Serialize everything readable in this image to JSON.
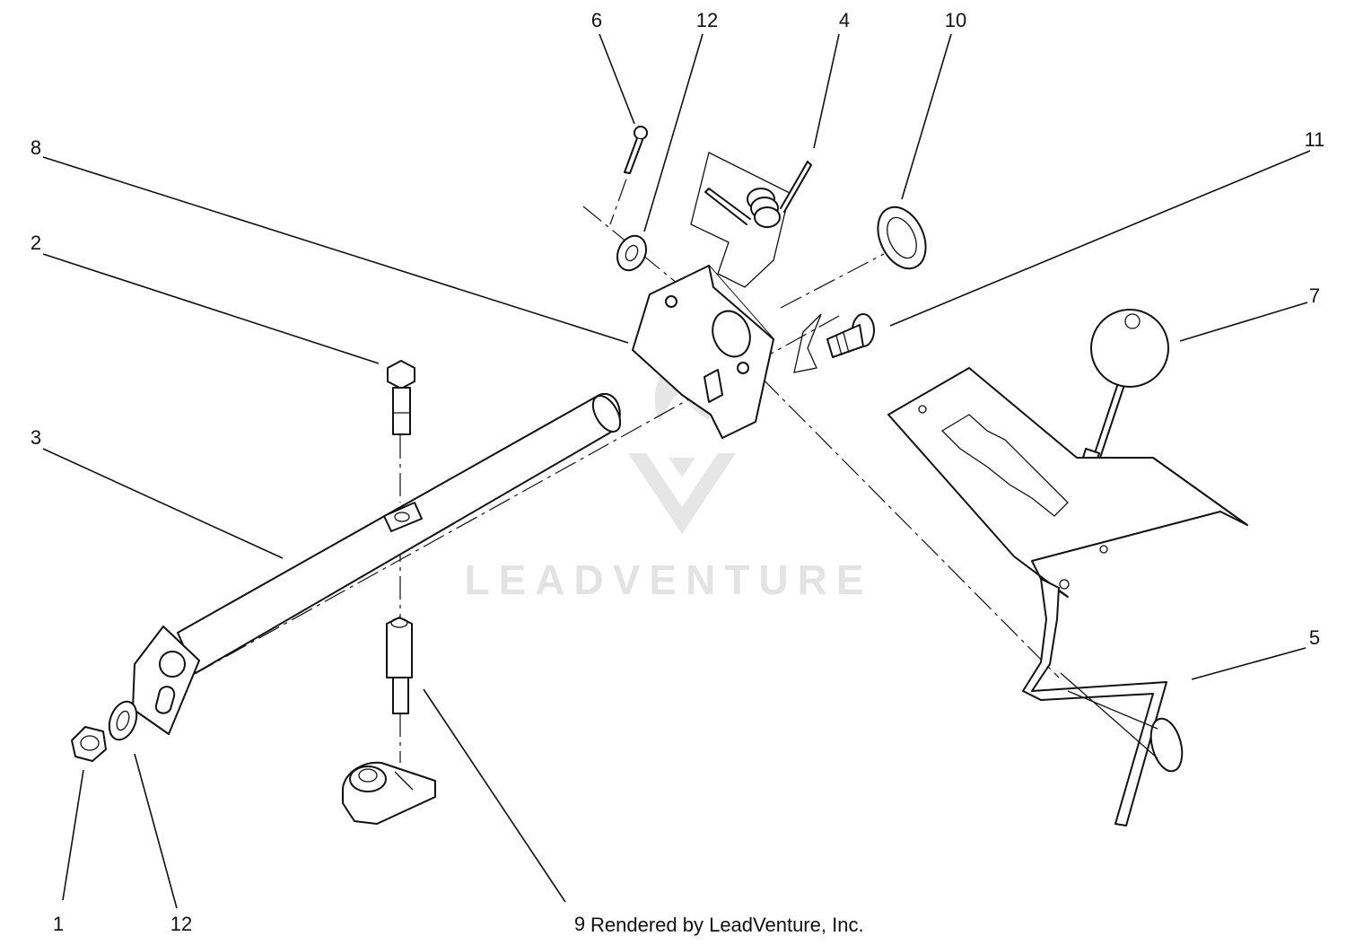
{
  "callouts": [
    {
      "id": "1",
      "label": "1"
    },
    {
      "id": "2",
      "label": "2"
    },
    {
      "id": "3",
      "label": "3"
    },
    {
      "id": "4",
      "label": "4"
    },
    {
      "id": "5",
      "label": "5"
    },
    {
      "id": "6",
      "label": "6"
    },
    {
      "id": "7",
      "label": "7"
    },
    {
      "id": "8",
      "label": "8"
    },
    {
      "id": "9",
      "label": "9"
    },
    {
      "id": "10",
      "label": "10"
    },
    {
      "id": "11",
      "label": "11"
    },
    {
      "id": "12a",
      "label": "12"
    },
    {
      "id": "12b",
      "label": "12"
    }
  ],
  "watermark": {
    "text": "LEADVENTURE"
  },
  "credit": {
    "text": "Rendered by LeadVenture, Inc."
  }
}
